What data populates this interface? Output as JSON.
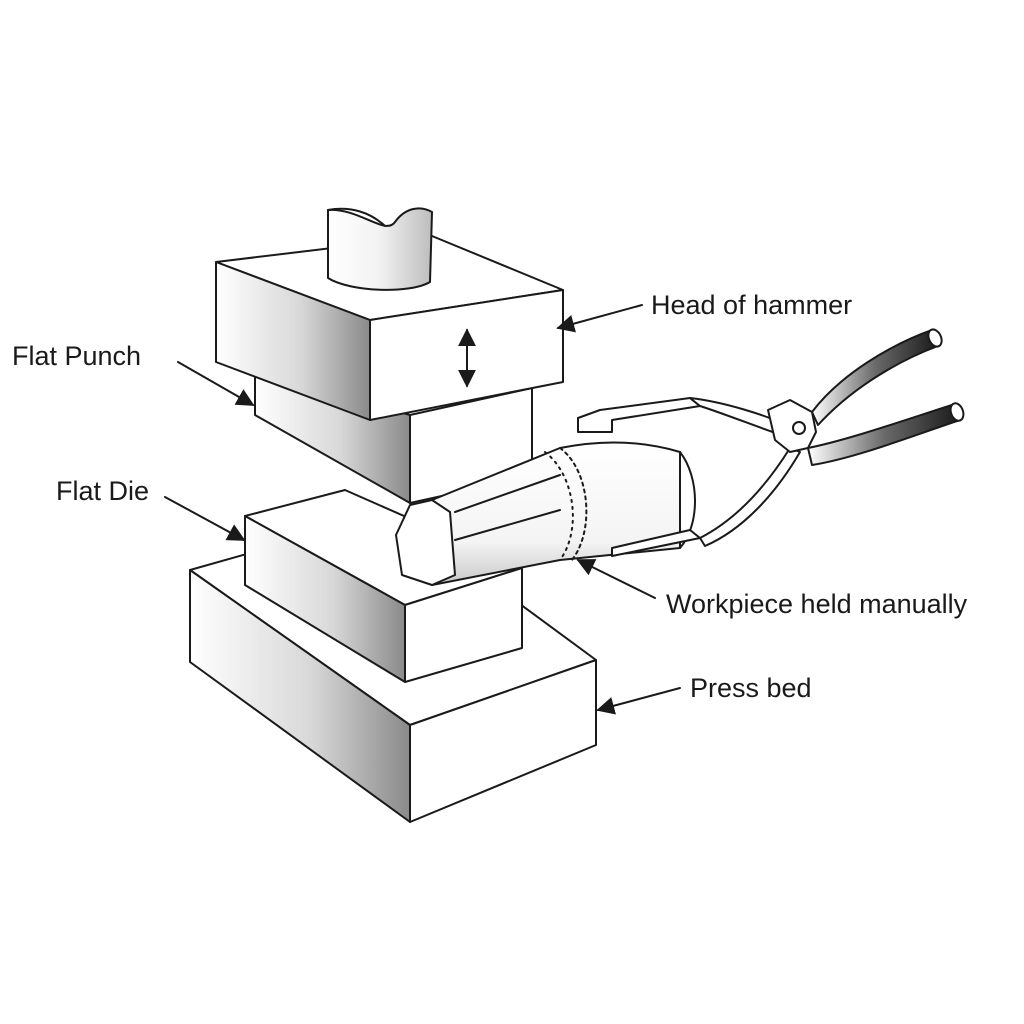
{
  "labels": {
    "head_of_hammer": "Head of hammer",
    "flat_punch": "Flat Punch",
    "flat_die": "Flat Die",
    "workpiece": "Workpiece held manually",
    "press_bed": "Press bed"
  },
  "colors": {
    "stroke": "#1a1a1a",
    "face_light": "#ffffff",
    "face_shade": "#8c8c8c",
    "handle_dark": "#2a2a2a"
  }
}
